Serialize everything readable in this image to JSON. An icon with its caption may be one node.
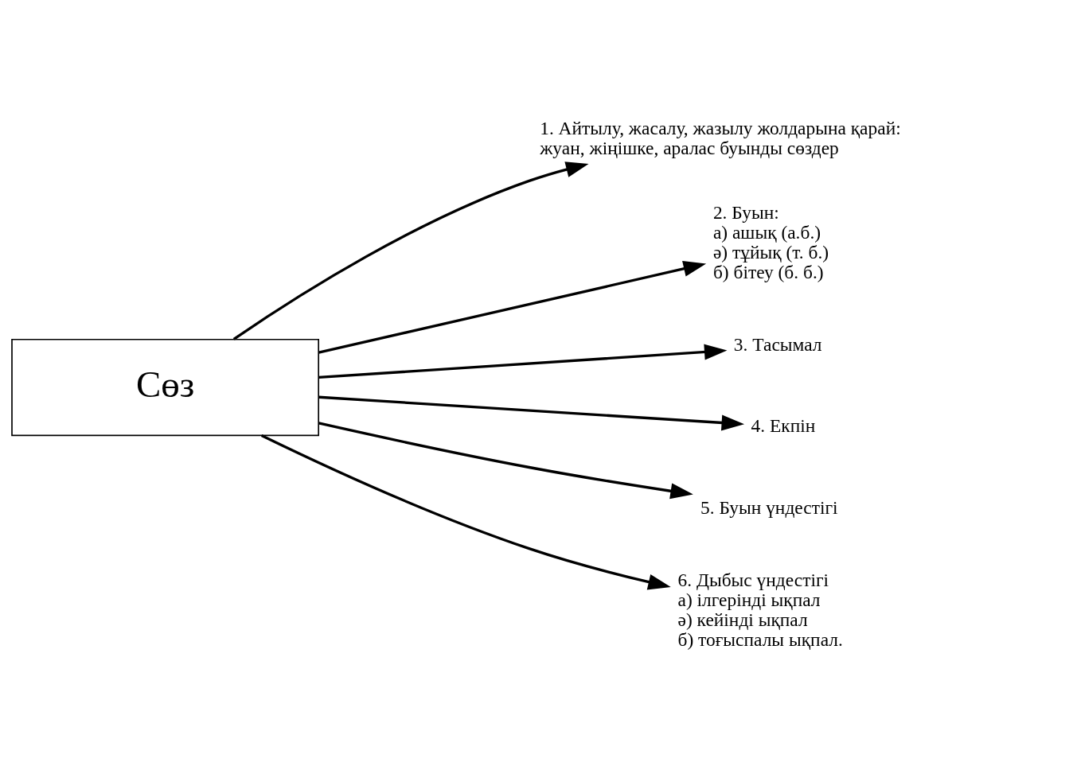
{
  "diagram": {
    "nodes": [
      {
        "text": [
          "Сөз"
        ]
      },
      {
        "text": [
          "1. Айтылу, жасалу, жазылу жолдарына қарай:",
          "жуан, жіңішке, аралас буынды сөздер"
        ]
      },
      {
        "text": [
          "2. Буын:",
          "а) ашық (а.б.)",
          "ә) тұйық (т. б.)",
          "б) бітеу (б. б.)"
        ]
      },
      {
        "text": [
          "3. Тасымал"
        ]
      },
      {
        "text": [
          "4. Екпін"
        ]
      },
      {
        "text": [
          "5. Буын үндестігі"
        ]
      },
      {
        "text": [
          "6. Дыбыс үндестігі",
          "а) ілгерінді ықпал",
          "ә) кейінді ықпал",
          "б) тоғыспалы ықпал."
        ]
      }
    ],
    "edges": [
      {
        "from": 0,
        "to": 1,
        "arrow": "to"
      },
      {
        "from": 0,
        "to": 2,
        "arrow": "to"
      },
      {
        "from": 0,
        "to": 3,
        "arrow": "to"
      },
      {
        "from": 0,
        "to": 4,
        "arrow": "to"
      },
      {
        "from": 0,
        "to": 5,
        "arrow": "to"
      },
      {
        "from": 0,
        "to": 6,
        "arrow": "to"
      }
    ]
  }
}
